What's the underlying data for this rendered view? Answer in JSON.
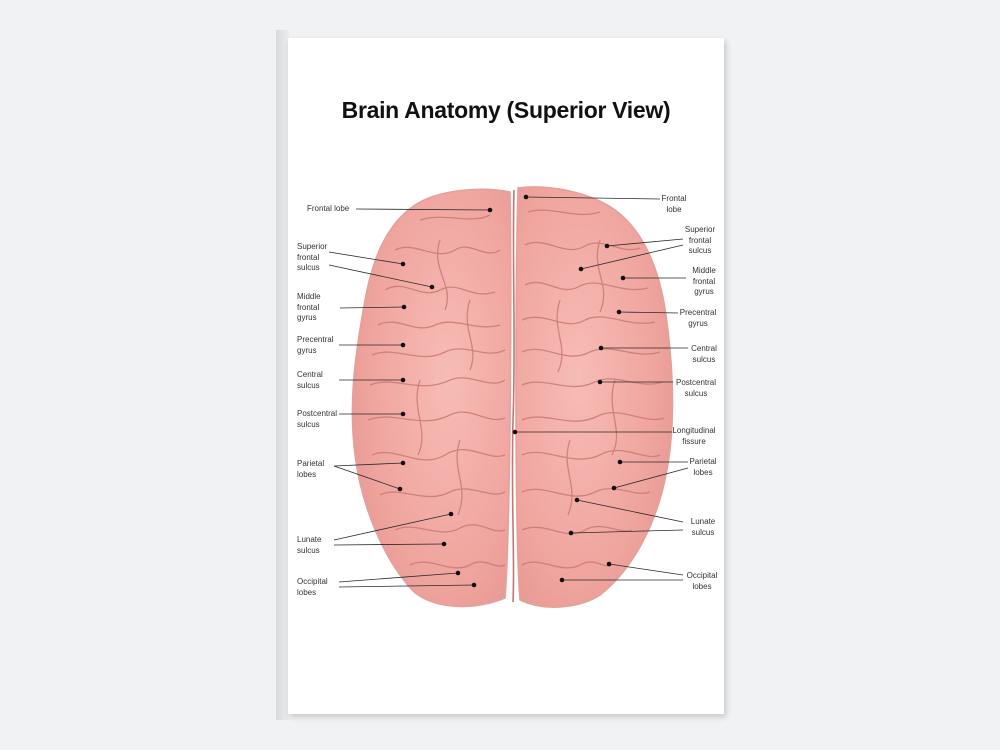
{
  "title": "Brain Anatomy (Superior View)",
  "labels": {
    "left": {
      "frontal_lobe": "Frontal lobe",
      "superior_frontal_sulcus": "Superior\nfrontal\nsulcus",
      "middle_frontal_gyrus": "Middle\nfrontal\ngyrus",
      "precentral_gyrus": "Precentral\ngyrus",
      "central_sulcus": "Central\nsulcus",
      "postcentral_sulcus": "Postcentral\nsulcus",
      "parietal_lobes": "Parietal\nlobes",
      "lunate_sulcus": "Lunate\nsulcus",
      "occipital_lobes": "Occipital\nlobes"
    },
    "right": {
      "frontal_lobe": "Frontal\nlobe",
      "superior_frontal_sulcus": "Superior\nfrontal\nsulcus",
      "middle_frontal_gyrus": "Middle\nfrontal\ngyrus",
      "precentral_gyrus": "Precentral\ngyrus",
      "central_sulcus": "Central\nsulcus",
      "postcentral_sulcus": "Postcentral\nsulcus",
      "longitudinal_fissure": "Longitudinal\nfissure",
      "parietal_lobes": "Parietal\nlobes",
      "lunate_sulcus": "Lunate\nsulcus",
      "occipital_lobes": "Occipital\nlobes"
    }
  },
  "colors": {
    "brain_fill": "#f2a9a3",
    "brain_shade": "#d98985",
    "gyri_lines": "#c0716e",
    "leader_line": "#222222"
  }
}
